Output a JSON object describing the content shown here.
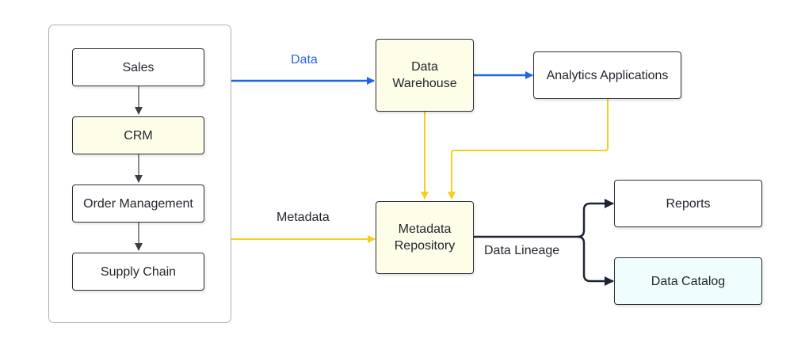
{
  "colors": {
    "data_flow": "#1f66e5",
    "metadata_flow": "#f5cf1a",
    "lineage_flow": "#1f2336",
    "connector": "#3a3f47",
    "highlight_fill": "#fdfde8",
    "catalog_fill": "#f0fdfd"
  },
  "sources": {
    "sales": "Sales",
    "crm": "CRM",
    "order_management": "Order Management",
    "supply_chain": "Supply Chain"
  },
  "nodes": {
    "data_warehouse": "Data\nWarehouse",
    "analytics_applications": "Analytics Applications",
    "metadata_repository": "Metadata\nRepository",
    "reports": "Reports",
    "data_catalog": "Data Catalog"
  },
  "edge_labels": {
    "data": "Data",
    "metadata": "Metadata",
    "data_lineage": "Data Lineage"
  }
}
